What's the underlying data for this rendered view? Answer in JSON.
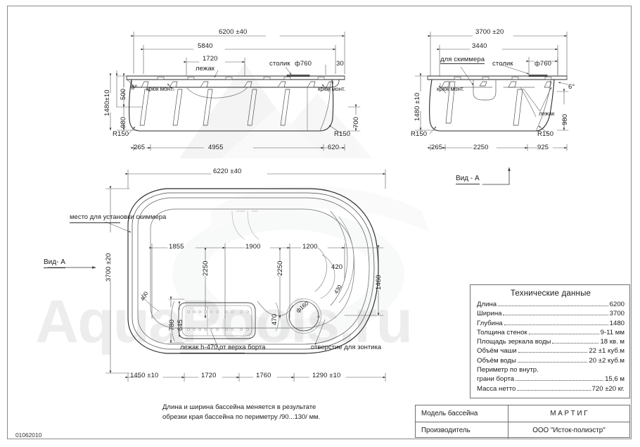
{
  "sheet": {
    "doc_number": "01062010",
    "watermark": "AquaPools.ru"
  },
  "elevation_side": {
    "name": "side-elevation",
    "dims": {
      "overall_length": "6200 ±40",
      "inner_length": "5840",
      "lounger_length": "1720",
      "table_dia": "ф760",
      "rim_width": "30",
      "height_total": "1480±10",
      "depth_upper": "500",
      "depth_lower": "980",
      "depth_right": "700",
      "angle": "6°",
      "radius_left": "R150",
      "radius_right": "R150",
      "base_left": "265",
      "base_mid": "4955",
      "base_right": "620"
    },
    "labels": {
      "lounger": "лежак",
      "table": "столик",
      "hook_left": "крюк монт.",
      "hook_right": "крюк монт."
    }
  },
  "elevation_end": {
    "name": "end-elevation",
    "view_label": "Вид - А",
    "dims": {
      "overall_width": "3700 ±20",
      "inner_width": "3440",
      "table_dia": "ф760",
      "height_total": "1480 ±10",
      "depth_right": "980",
      "angle": "6°",
      "radius_left": "R150",
      "radius_right": "R150",
      "base_left": "265",
      "base_mid": "2250",
      "base_right": "925"
    },
    "labels": {
      "skimmer": "для скиммера",
      "table": "столик",
      "hook": "крюк монт.",
      "lounger": "лежак"
    }
  },
  "plan": {
    "name": "plan-view",
    "view_label": "Вид- А",
    "dims": {
      "overall_length": "6220 ±40",
      "overall_width": "3700 ±20",
      "seg_a": "1855",
      "seg_b": "1900",
      "seg_c": "1200",
      "inner_width_left": "2250",
      "inner_width_right": "2250",
      "step_420": "420",
      "step_430": "430",
      "right_width": "1460",
      "corner_r400": "400",
      "lounger_w": "780",
      "lounger_w2": "645",
      "step_470": "470",
      "umbrella_dia": "ф160",
      "base_1": "1450 ±10",
      "base_2": "1720",
      "base_3": "1760",
      "base_4": "1290 ±10"
    },
    "labels": {
      "skimmer_place": "место для установки скиммера",
      "lounger": "лежак h-470 от верха борта",
      "umbrella_hole": "отверстие для зонтика"
    }
  },
  "note": {
    "line1": "Длина и ширина  бассейна меняется в результате",
    "line2": "обрезки  края бассейна по периметру /90...130/ мм."
  },
  "tech_table": {
    "title": "Технические данные",
    "rows": [
      {
        "key": "Длина",
        "value": "6200"
      },
      {
        "key": "Ширина",
        "value": "3700"
      },
      {
        "key": "Глубина",
        "value": "1480"
      },
      {
        "key": "Толщина стенок",
        "value": "9-11 мм"
      },
      {
        "key": "Площадь зеркала воды",
        "value": "18 кв. м"
      },
      {
        "key": "Объём чаши",
        "value": "22 ±1 куб.м"
      },
      {
        "key": "Объём воды",
        "value": "20 ±2 куб.м"
      },
      {
        "key": "Периметр по внутр.",
        "value": ""
      },
      {
        "key": "грани борта",
        "value": "15,6 м"
      },
      {
        "key": "Масса нетто",
        "value": "720 ±20 кг."
      }
    ]
  },
  "title_block": {
    "model_label": "Модель бассейна",
    "model_value": "М А Р Т И Г",
    "maker_label": "Производитель",
    "maker_value": "ООО \"Исток-полиэстр\""
  }
}
